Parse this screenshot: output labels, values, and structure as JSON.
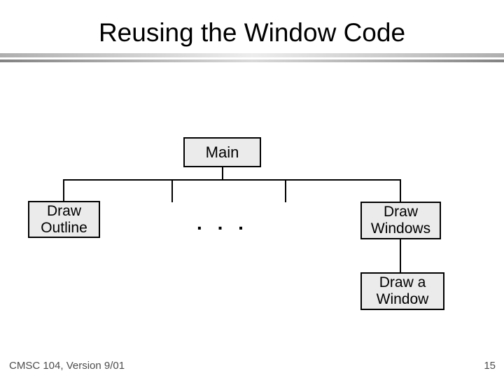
{
  "slide": {
    "title": "Reusing the Window Code",
    "footer": "CMSC 104, Version 9/01",
    "page_number": "15"
  },
  "diagram": {
    "type": "hierarchy-structure-chart",
    "ellipsis": ". . .",
    "nodes": {
      "main": {
        "label": "Main"
      },
      "draw_outline": {
        "line1": "Draw",
        "line2": "Outline"
      },
      "draw_windows": {
        "line1": "Draw",
        "line2": "Windows"
      },
      "draw_a_window": {
        "line1": "Draw a",
        "line2": "Window"
      }
    },
    "edges": [
      "Main -> Draw Outline",
      "Main -> . . . (other modules)",
      "Main -> Draw Windows",
      "Draw Windows -> Draw a Window"
    ],
    "colors": {
      "background": "#ffffff",
      "node_fill": "#ebebeb",
      "node_border": "#000000",
      "connector": "#000000",
      "title_text": "#000000",
      "footer_text": "#4d4d4d",
      "divider_top_edge": "#aeaeae",
      "divider_top_center": "#ededed",
      "divider_bottom_edge": "#828282",
      "divider_bottom_center": "#d9d9d9"
    }
  }
}
